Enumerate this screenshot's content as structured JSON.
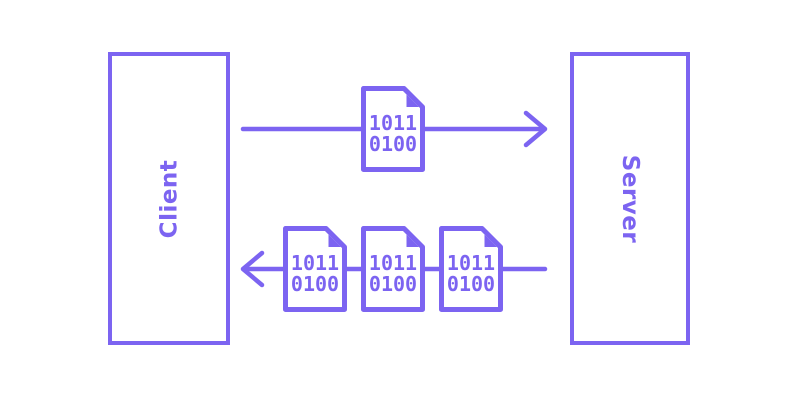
{
  "theme": {
    "accent": "#7C64F1",
    "background": "#FFFFFF"
  },
  "diagram": {
    "client": {
      "label": "Client"
    },
    "server": {
      "label": "Server"
    },
    "request_flow": {
      "direction": "client-to-server",
      "documents": [
        {
          "lines": [
            "1011",
            "0100"
          ]
        }
      ]
    },
    "response_flow": {
      "direction": "server-to-client",
      "documents": [
        {
          "lines": [
            "1011",
            "0100"
          ]
        },
        {
          "lines": [
            "1011",
            "0100"
          ]
        },
        {
          "lines": [
            "1011",
            "0100"
          ]
        }
      ]
    }
  }
}
